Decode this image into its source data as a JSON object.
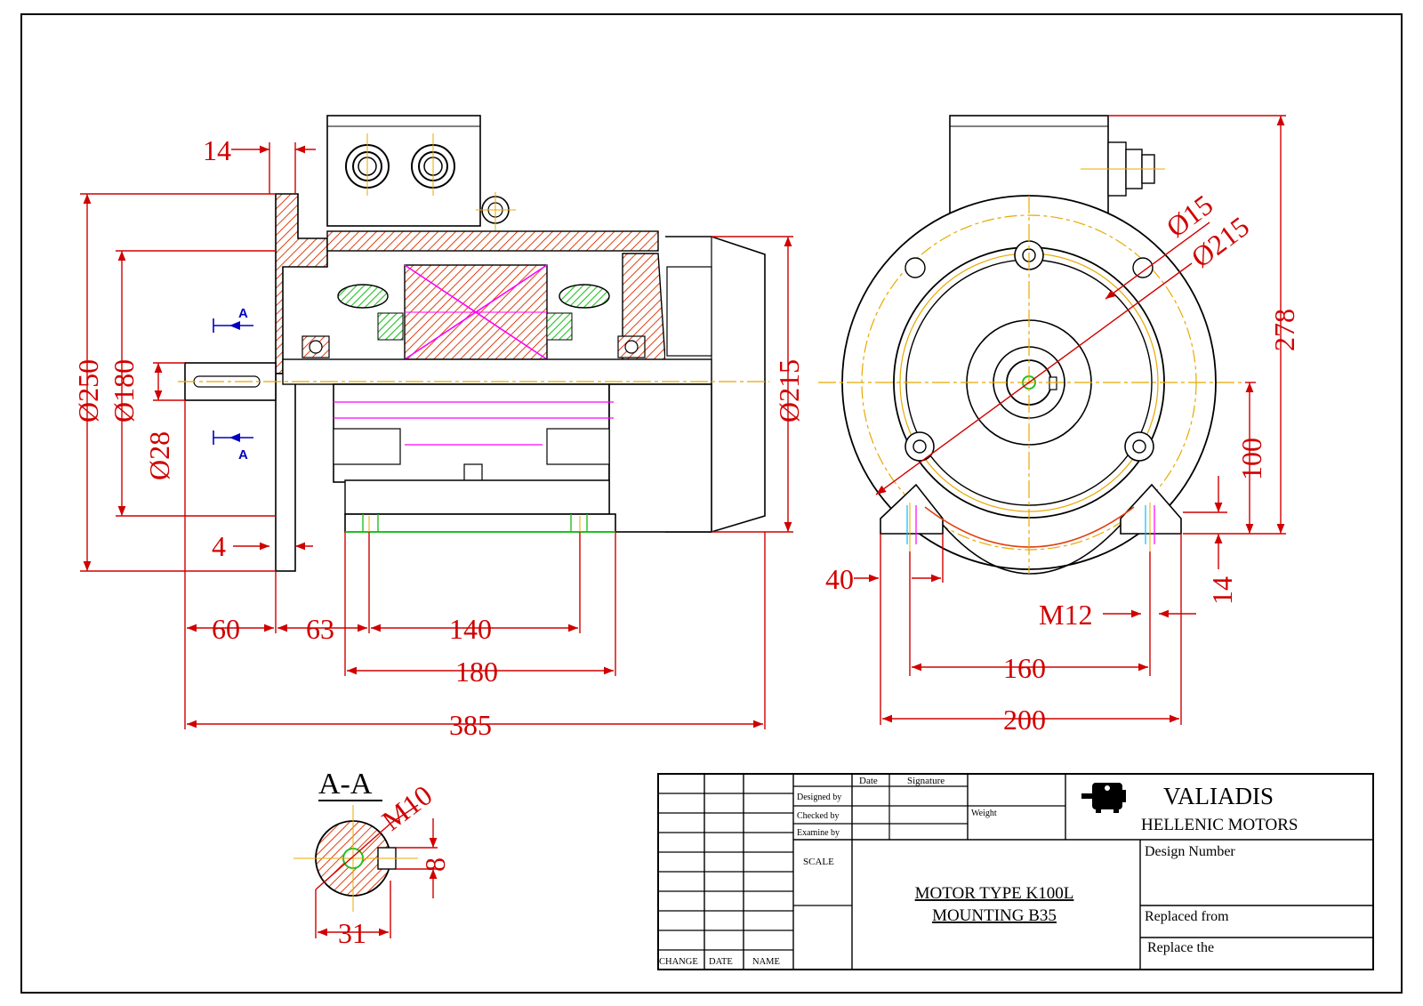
{
  "dimensions": {
    "side_view": {
      "d14": "14",
      "d250": "Ø250",
      "d180": "Ø180",
      "d28": "Ø28",
      "d4": "4",
      "d215": "Ø215",
      "d60": "60",
      "d63": "63",
      "d140": "140",
      "d180len": "180",
      "d385": "385"
    },
    "end_view": {
      "d15": "Ø15",
      "d215": "Ø215",
      "d278": "278",
      "d100": "100",
      "d14": "14",
      "d40": "40",
      "m12": "M12",
      "d160": "160",
      "d200": "200"
    },
    "section": {
      "title": "A-A",
      "m10": "M10",
      "d8": "8",
      "d31": "31",
      "marker": "A"
    }
  },
  "title_block": {
    "date": "Date",
    "signature": "Signature",
    "designed_by": "Designed by",
    "checked_by": "Checked by",
    "examine_by": "Examine by",
    "weight": "Weight",
    "scale": "SCALE",
    "company_name": "VALIADIS",
    "company_sub": "HELLENIC MOTORS",
    "design_number": "Design Number",
    "title_line1": "MOTOR TYPE K100L",
    "title_line2": "MOUNTING  B35",
    "replaced_from": "Replaced from",
    "replace_the": "Replace the",
    "change": "CHANGE",
    "date_col": "DATE",
    "name_col": "NAME"
  },
  "colors": {
    "dimension": "#d00000",
    "outline": "#000000",
    "hatch": "#e04010",
    "centerline": "#e8a800",
    "winding": "#ff00ff",
    "green": "#20c020",
    "section_marker": "#0000c0"
  }
}
